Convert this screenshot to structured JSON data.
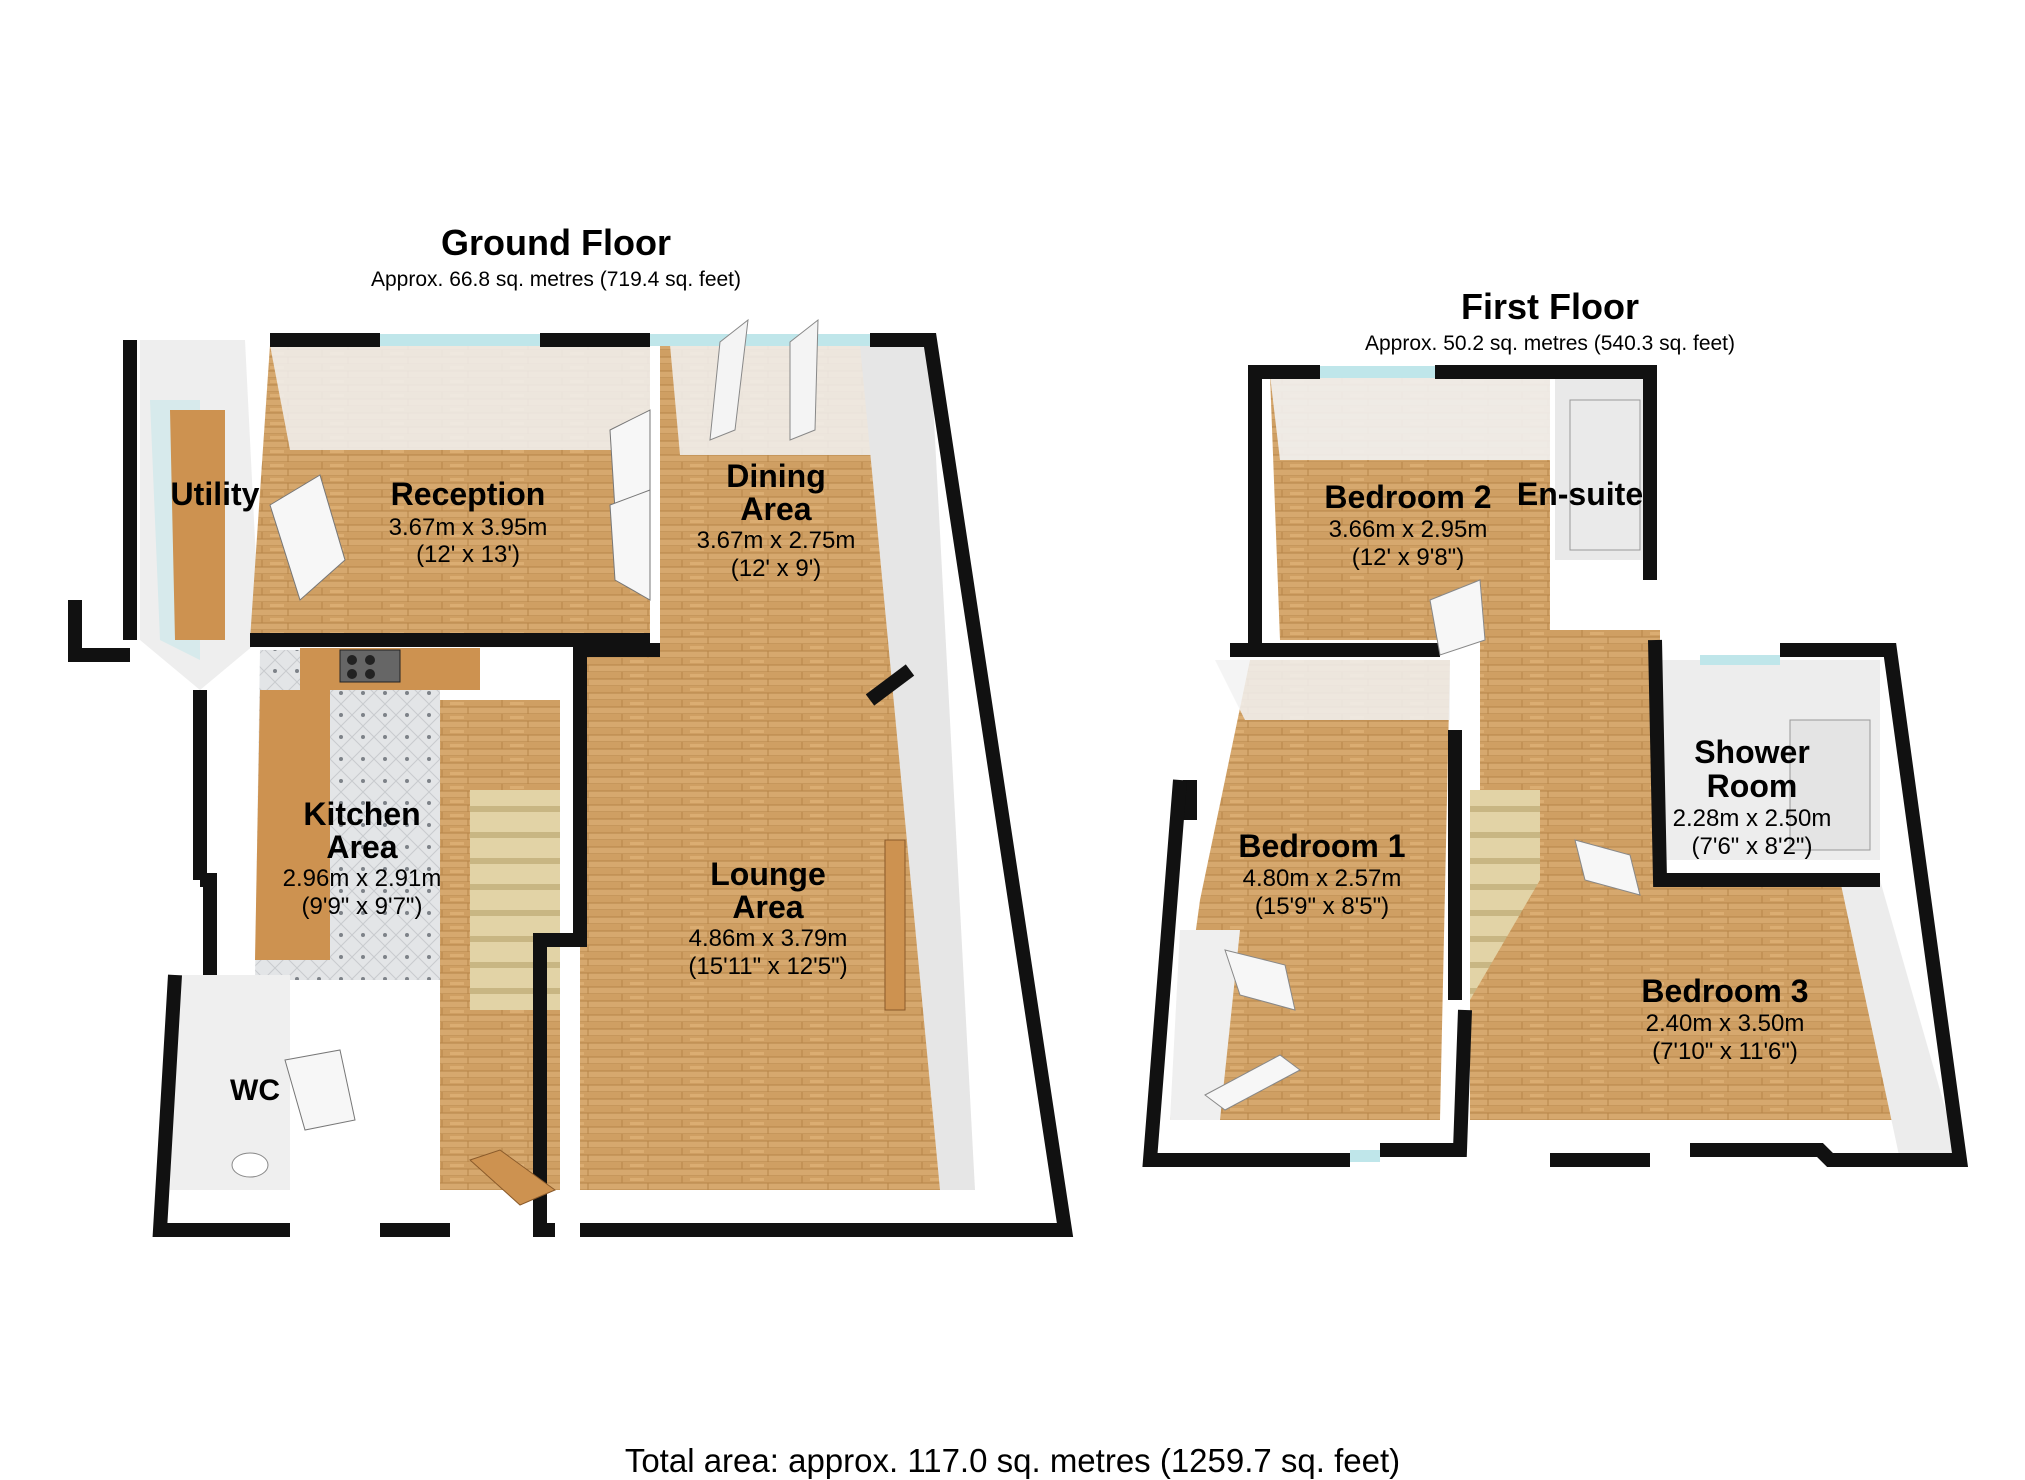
{
  "ground_floor": {
    "title": "Ground Floor",
    "area": "Approx.  66.8 sq. metres (719.4 sq. feet)",
    "rooms": {
      "utility": {
        "name": "Utility"
      },
      "reception": {
        "name": "Reception",
        "metric": "3.67m x 3.95m",
        "imperial": "(12' x 13')"
      },
      "dining": {
        "name1": "Dining",
        "name2": "Area",
        "metric": "3.67m x 2.75m",
        "imperial": "(12' x 9')"
      },
      "kitchen": {
        "name1": "Kitchen",
        "name2": "Area",
        "metric": "2.96m x 2.91m",
        "imperial": "(9'9\" x 9'7\")"
      },
      "lounge": {
        "name1": "Lounge",
        "name2": "Area",
        "metric": "4.86m x 3.79m",
        "imperial": "(15'11\" x 12'5\")"
      },
      "wc": {
        "name": "WC"
      }
    }
  },
  "first_floor": {
    "title": "First Floor",
    "area": "Approx.  50.2 sq. metres (540.3 sq. feet)",
    "rooms": {
      "bedroom2": {
        "name": "Bedroom 2",
        "metric": "3.66m x 2.95m",
        "imperial": "(12' x 9'8\")"
      },
      "ensuite": {
        "name": "En-suite"
      },
      "shower": {
        "name1": "Shower",
        "name2": "Room",
        "metric": "2.28m x 2.50m",
        "imperial": "(7'6\" x 8'2\")"
      },
      "bedroom1": {
        "name": "Bedroom 1",
        "metric": "4.80m x 2.57m",
        "imperial": "(15'9\" x 8'5\")"
      },
      "bedroom3": {
        "name": "Bedroom 3",
        "metric": "2.40m x 3.50m",
        "imperial": "(7'10\" x 11'6\")"
      }
    }
  },
  "total_area": "Total area: approx. 117.0 sq. metres (1259.7 sq. feet)",
  "colors": {
    "wood": "#d2a46c",
    "wood_dark": "#b9874e",
    "wall": "#111111",
    "wall_inner": "#eeeeee",
    "tile": "#e4e6e8",
    "glass": "#bfe6ea"
  }
}
